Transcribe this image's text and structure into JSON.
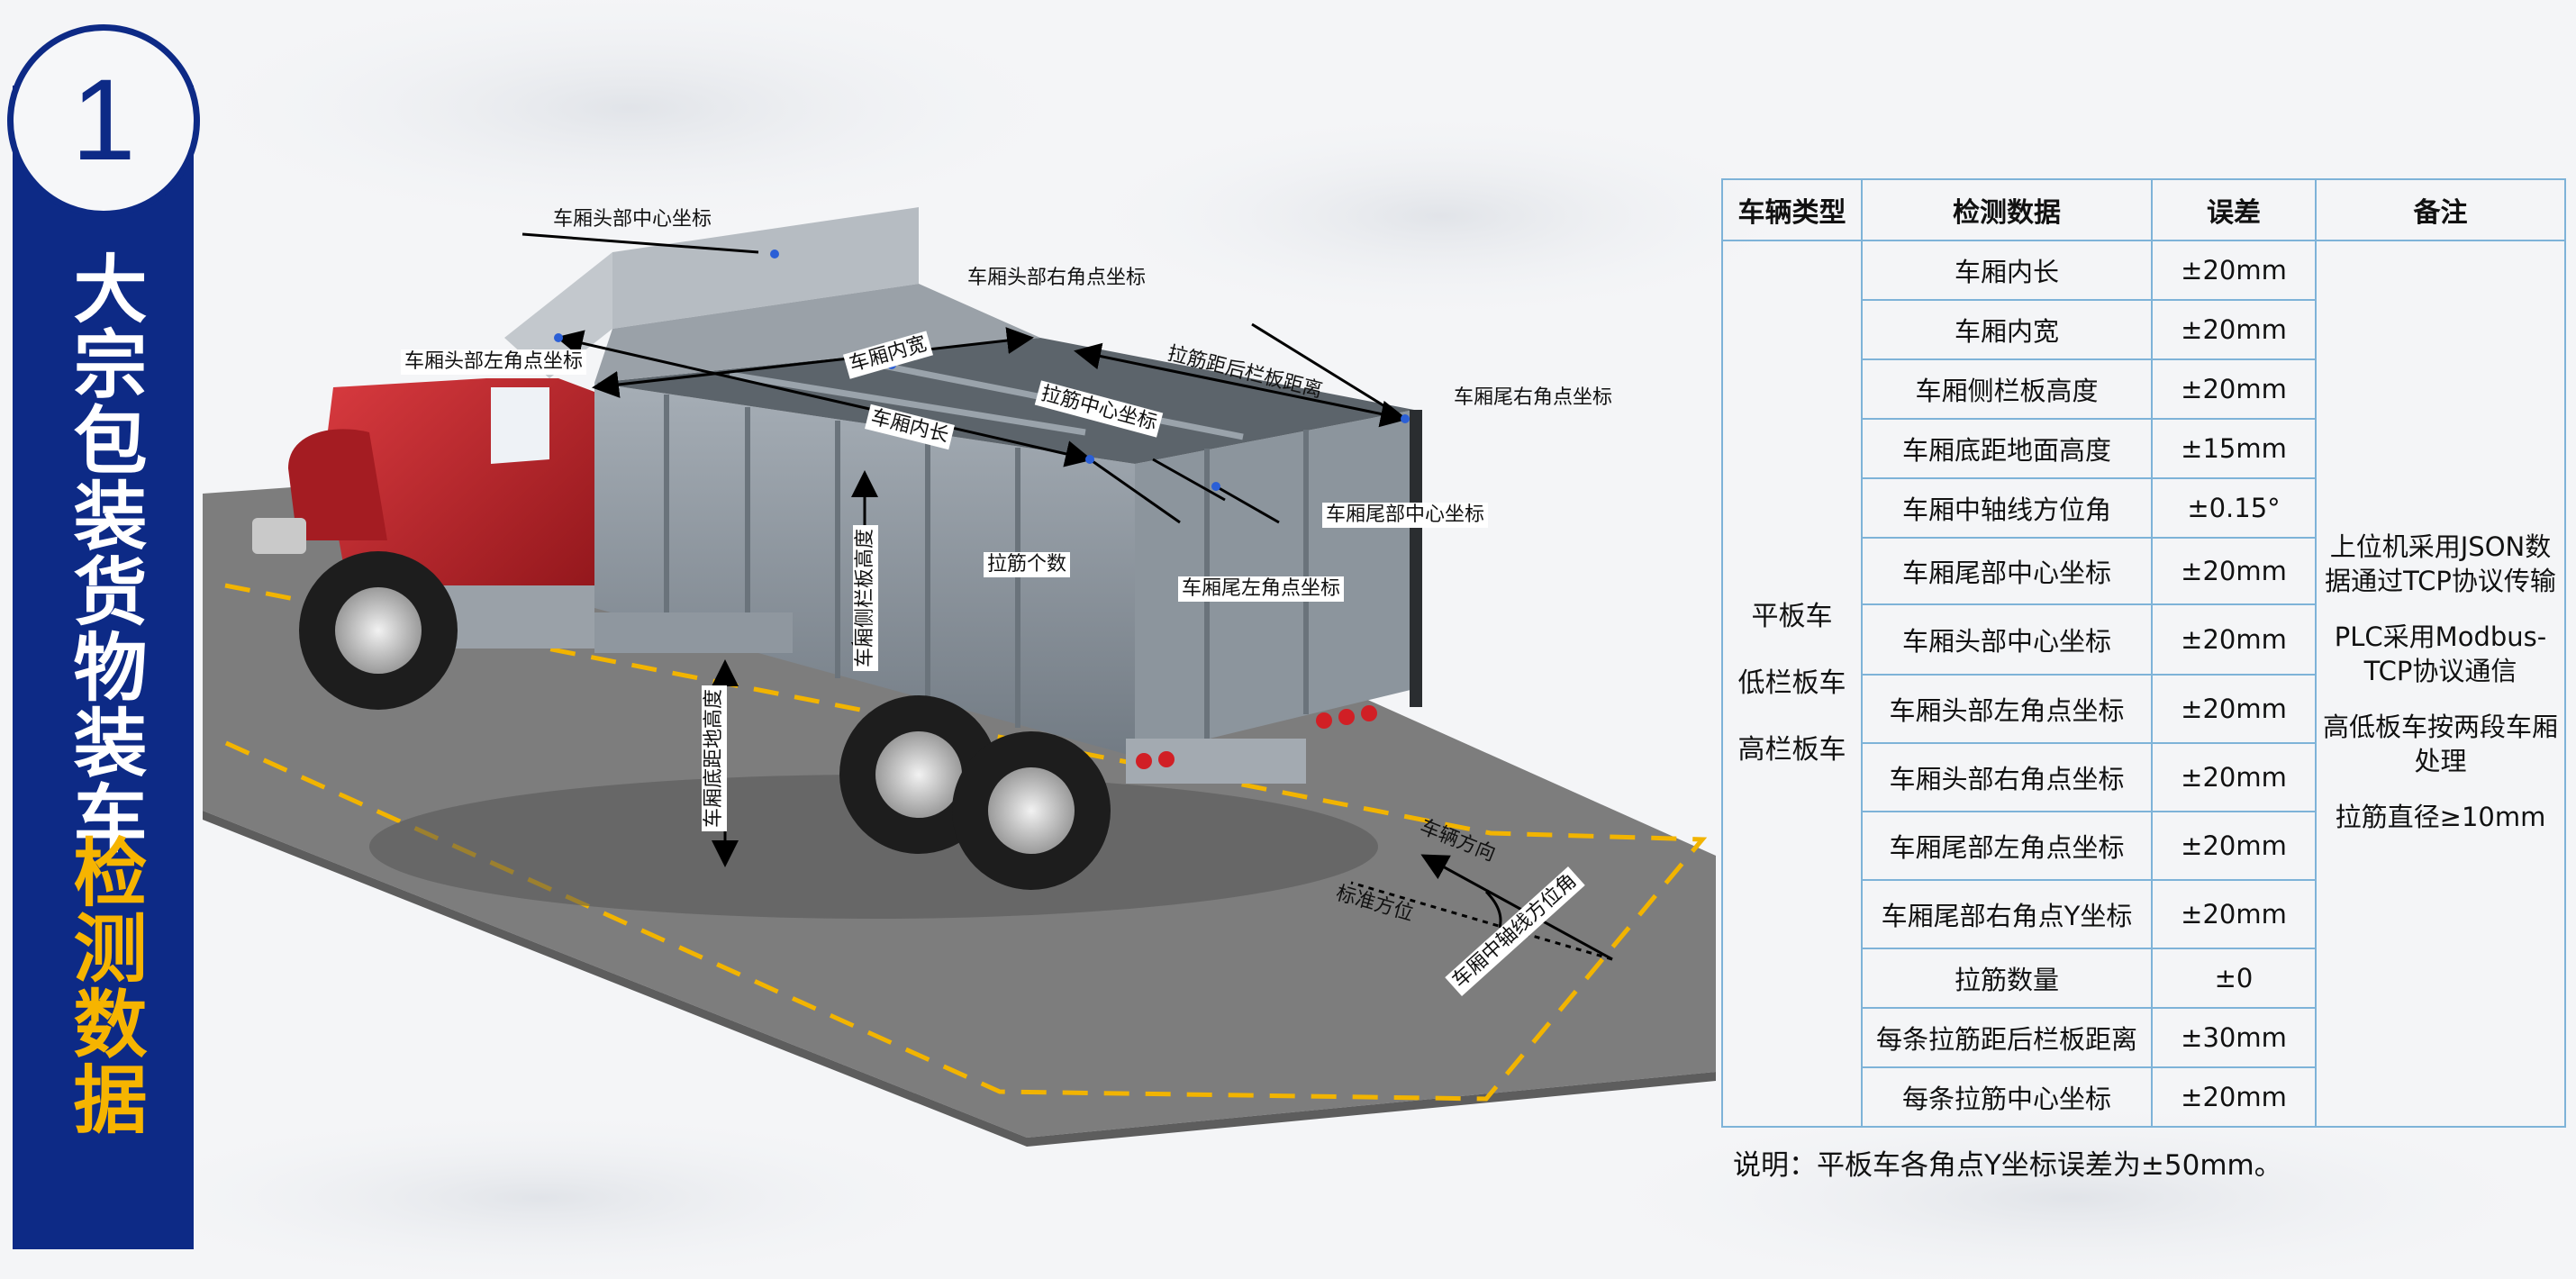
{
  "slide_number": "1",
  "title_main": "大宗包装货物装车",
  "title_sub": "检测数据",
  "diagram_labels": {
    "head_center": "车厢头部中心坐标",
    "head_right": "车厢头部右角点坐标",
    "head_left": "车厢头部左角点坐标",
    "inner_width": "车厢内宽",
    "rib_rear_distance": "拉筋距后栏板距离",
    "tail_right": "车厢尾右角点坐标",
    "rib_center": "拉筋中心坐标",
    "inner_length": "车厢内长",
    "tail_center": "车厢尾部中心坐标",
    "side_height": "车厢侧栏板高度",
    "rib_count": "拉筋个数",
    "tail_left": "车厢尾左角点坐标",
    "floor_height": "车厢底距地高度",
    "vehicle_dir": "车辆方向",
    "standard_dir": "标准方位",
    "axis_angle": "车厢中轴线方位角"
  },
  "table": {
    "headers": [
      "车辆类型",
      "检测数据",
      "误差",
      "备注"
    ],
    "vehicle_types": [
      "平板车",
      "低栏板车",
      "高栏板车"
    ],
    "rows": [
      {
        "item": "车厢内长",
        "error": "±20mm"
      },
      {
        "item": "车厢内宽",
        "error": "±20mm"
      },
      {
        "item": "车厢侧栏板高度",
        "error": "±20mm"
      },
      {
        "item": "车厢底距地面高度",
        "error": "±15mm"
      },
      {
        "item": "车厢中轴线方位角",
        "error": "±0.15°"
      },
      {
        "item": "车厢尾部中心坐标",
        "error": "±20mm"
      },
      {
        "item": "车厢头部中心坐标",
        "error": "±20mm"
      },
      {
        "item": "车厢头部左角点坐标",
        "error": "±20mm"
      },
      {
        "item": "车厢头部右角点坐标",
        "error": "±20mm"
      },
      {
        "item": "车厢尾部左角点坐标",
        "error": "±20mm"
      },
      {
        "item": "车厢尾部右角点Y坐标",
        "error": "±20mm"
      },
      {
        "item": "拉筋数量",
        "error": "±0"
      },
      {
        "item": "每条拉筋距后栏板距离",
        "error": "±30mm"
      },
      {
        "item": "每条拉筋中心坐标",
        "error": "±20mm"
      }
    ],
    "notes": [
      "上位机采用JSON数据通过TCP协议传输",
      "PLC采用Modbus-TCP协议通信",
      "高低板车按两段车厢处理",
      "拉筋直径≥10mm"
    ]
  },
  "footnote": "说明：平板车各角点Y坐标误差为±50mm。",
  "colors": {
    "banner": "#0d2a86",
    "accent": "#f6b400",
    "table_border": "#7eb3d8",
    "ground": "#7d7d7d",
    "truck_cab": "#c1272d",
    "dump_body": "#8c959d"
  }
}
